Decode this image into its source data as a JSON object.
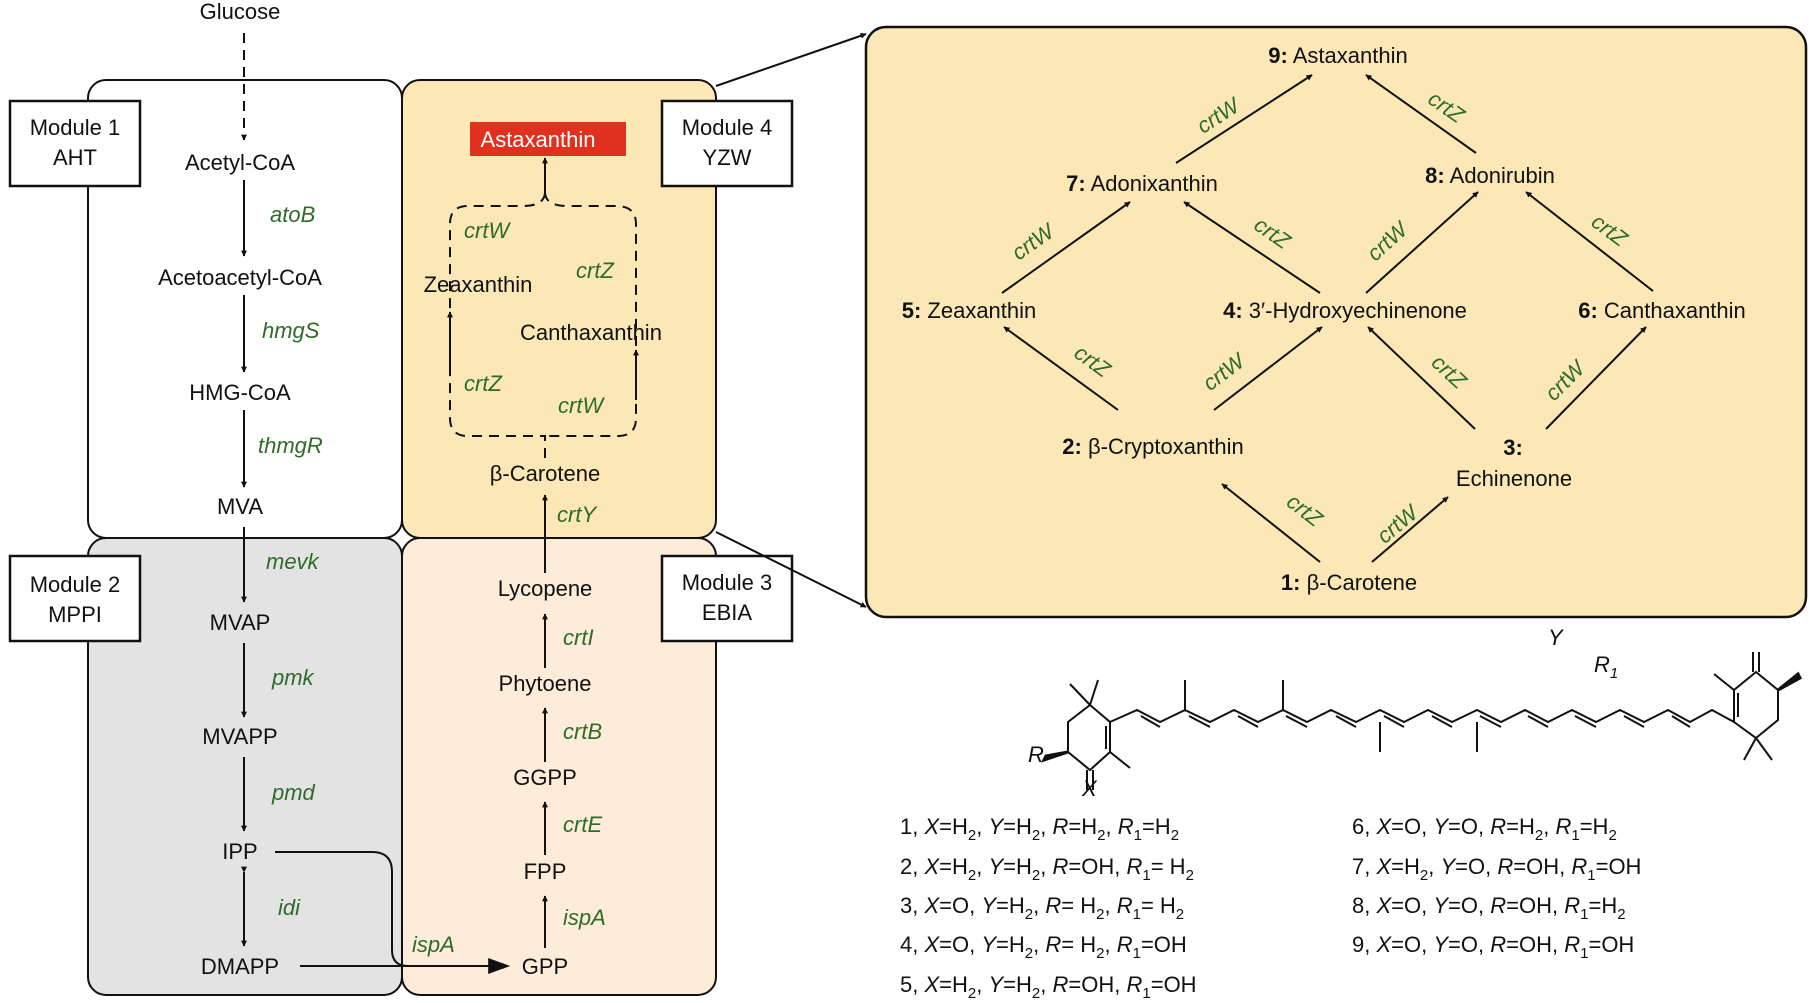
{
  "left_pathway": {
    "glucose": "Glucose",
    "acetyl_coa": "Acetyl-CoA",
    "acetoacetyl_coa": "Acetoacetyl-CoA",
    "hmg_coa": "HMG-CoA",
    "mva": "MVA",
    "mvap": "MVAP",
    "mvapp": "MVAPP",
    "ipp": "IPP",
    "dmapp": "DMAPP",
    "enzymes": {
      "atoB": "atoB",
      "hmgS": "hmgS",
      "thmgR": "thmgR",
      "mevk": "mevk",
      "pmk": "pmk",
      "pmd": "pmd",
      "idi": "idi",
      "ispA": "ispA"
    }
  },
  "modules": {
    "m1": {
      "name": "Module 1",
      "code": "AHT"
    },
    "m2": {
      "name": "Module 2",
      "code": "MPPI"
    },
    "m3": {
      "name": "Module 3",
      "code": "EBIA"
    },
    "m4": {
      "name": "Module 4",
      "code": "YZW"
    }
  },
  "right_pathway": {
    "gpp": "GPP",
    "fpp": "FPP",
    "ggpp": "GGPP",
    "phytoene": "Phytoene",
    "lycopene": "Lycopene",
    "beta_carotene": "β-Carotene",
    "zeaxanthin": "Zeaxanthin",
    "canthaxanthin": "Canthaxanthin",
    "astaxanthin": "Astaxanthin",
    "enzymes": {
      "ispA": "ispA",
      "crtE": "crtE",
      "crtB": "crtB",
      "crtI": "crtI",
      "crtY": "crtY",
      "crtW_top": "crtW",
      "crtZ_top": "crtZ",
      "crtZ_bottom": "crtZ",
      "crtW_bottom": "crtW"
    }
  },
  "detail_network": {
    "n9": {
      "num": "9:",
      "name": "Astaxanthin"
    },
    "n7": {
      "num": "7:",
      "name": "Adonixanthin"
    },
    "n8": {
      "num": "8:",
      "name": "Adonirubin"
    },
    "n5": {
      "num": "5:",
      "name": "Zeaxanthin"
    },
    "n4": {
      "num": "4:",
      "name": "3′-Hydroxyechinenone"
    },
    "n6": {
      "num": "6:",
      "name": "Canthaxanthin"
    },
    "n2": {
      "num": "2:",
      "name": "β-Cryptoxanthin"
    },
    "n3": {
      "num": "3:",
      "name": "Echinenone"
    },
    "n1": {
      "num": "1:",
      "name": "β-Carotene"
    },
    "enzymes": {
      "e_7_9": "crtW",
      "e_8_9": "crtZ",
      "e_5_7": "crtW",
      "e_4_7": "crtZ",
      "e_4_8": "crtW",
      "e_6_8": "crtZ",
      "e_2_5": "crtZ",
      "e_2_4": "crtW",
      "e_3_4": "crtZ",
      "e_3_6": "crtW",
      "e_1_2": "crtZ",
      "e_1_3": "crtW"
    }
  },
  "structure": {
    "x": "X",
    "y": "Y",
    "r": "R",
    "r1": "R",
    "r1_sub": "1"
  },
  "legend": [
    {
      "n": "1,",
      "X": "H",
      "Xs": "2",
      "Y": "H",
      "Ys": "2",
      "R": "H",
      "Rs": "2",
      "R1": "H",
      "R1s": "2"
    },
    {
      "n": "2,",
      "X": "H",
      "Xs": "2",
      "Y": "H",
      "Ys": "2",
      "R": "OH",
      "Rs": "",
      "R1": " H",
      "R1s": "2"
    },
    {
      "n": "3,",
      "X": "O",
      "Xs": "",
      "Y": "H",
      "Ys": "2",
      "R": " H",
      "Rs": "2",
      "R1": " H",
      "R1s": "2"
    },
    {
      "n": "4,",
      "X": "O",
      "Xs": "",
      "Y": "H",
      "Ys": "2",
      "R": " H",
      "Rs": "2",
      "R1": "OH",
      "R1s": ""
    },
    {
      "n": "5,",
      "X": "H",
      "Xs": "2",
      "Y": "H",
      "Ys": "2",
      "R": "OH",
      "Rs": "",
      "R1": "OH",
      "R1s": ""
    },
    {
      "n": "6,",
      "X": "O",
      "Xs": "",
      "Y": "O",
      "Ys": "",
      "R": "H",
      "Rs": "2",
      "R1": "H",
      "R1s": "2"
    },
    {
      "n": "7,",
      "X": "H",
      "Xs": "2",
      "Y": "O",
      "Ys": "",
      "R": "OH",
      "Rs": "",
      "R1": "OH",
      "R1s": ""
    },
    {
      "n": "8,",
      "X": "O",
      "Xs": "",
      "Y": "O",
      "Ys": "",
      "R": "OH",
      "Rs": "",
      "R1": "H",
      "R1s": "2"
    },
    {
      "n": "9,",
      "X": "O",
      "Xs": "",
      "Y": "O",
      "Ys": "",
      "R": "OH",
      "Rs": "",
      "R1": "OH",
      "R1s": ""
    }
  ],
  "colors": {
    "module4_fill": "#fbe8b6",
    "module3_fill": "#fdecd9",
    "module2_fill": "#e3e3e3",
    "detail_fill": "#fbe8b6",
    "enzyme_green": "#2e6b2a",
    "astaxanthin_highlight": "#e0301e"
  }
}
